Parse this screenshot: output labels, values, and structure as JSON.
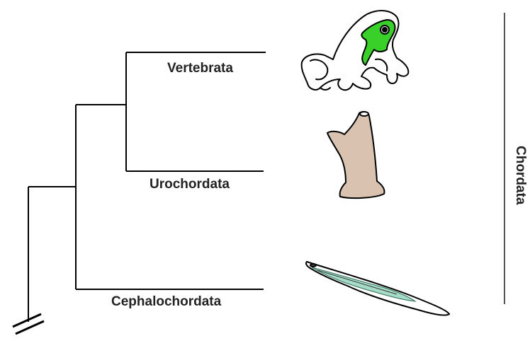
{
  "taxa": {
    "vertebrata": "Vertebrata",
    "urochordata": "Urochordata",
    "cephalochordata": "Cephalochordata"
  },
  "group": {
    "label": "Chordata"
  },
  "icons": {
    "vertebrata": "frog-icon",
    "urochordata": "tunicate-icon",
    "cephalochordata": "lancelet-icon"
  },
  "colors": {
    "tree_line": "#000000",
    "frog_patch": "#39d02a",
    "tunicate_fill": "#d9c3b0",
    "lancelet_fill": "#a6dcc7"
  }
}
